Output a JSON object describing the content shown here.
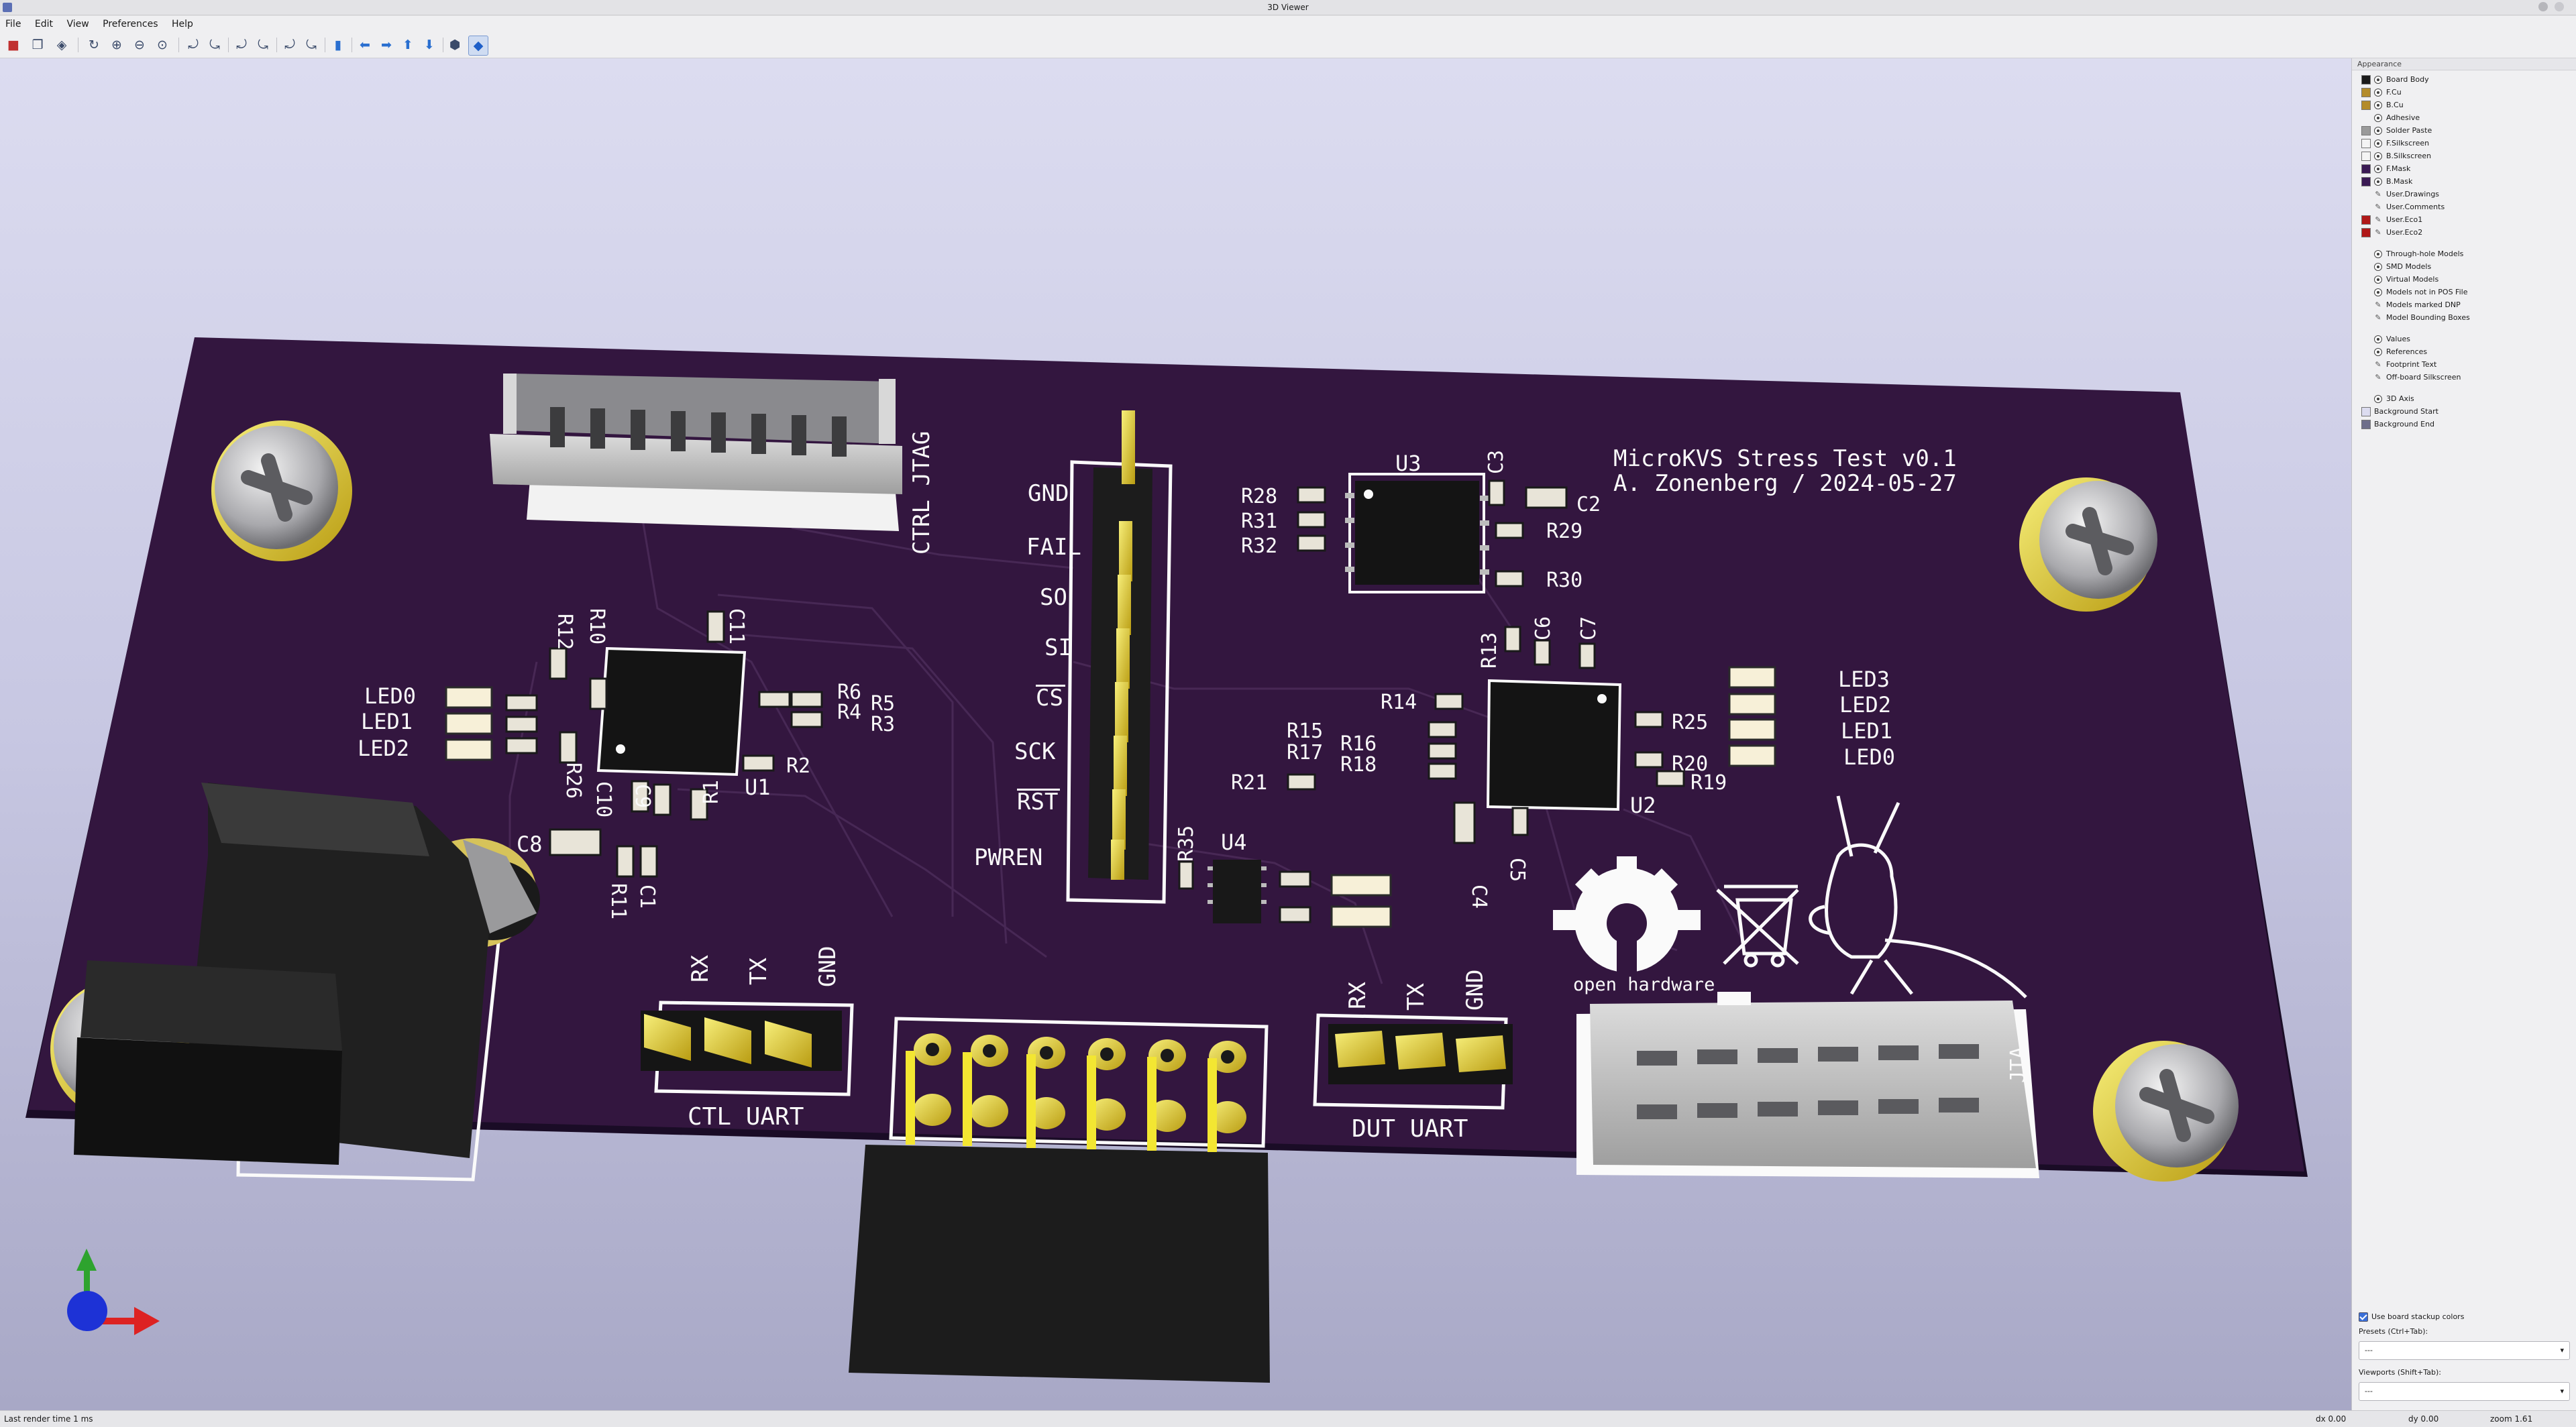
{
  "window": {
    "title": "3D Viewer"
  },
  "menu": [
    "File",
    "Edit",
    "View",
    "Preferences",
    "Help"
  ],
  "toolbar": {
    "icons": [
      "render-icon",
      "copy-icon",
      "raytrace-icon",
      "reload-icon",
      "zoom-in-icon",
      "zoom-out-icon",
      "zoom-fit-icon",
      "rotate-x-cw-icon",
      "rotate-x-ccw-icon",
      "rotate-y-cw-icon",
      "rotate-y-ccw-icon",
      "rotate-z-cw-icon",
      "rotate-z-ccw-icon",
      "flip-icon",
      "pan-left-icon",
      "pan-right-icon",
      "pan-up-icon",
      "pan-down-icon",
      "ortho-icon",
      "layers-icon"
    ]
  },
  "appearance": {
    "header": "Appearance",
    "layers": [
      {
        "label": "Board Body",
        "color": "#1a1a1a"
      },
      {
        "label": "F.Cu",
        "color": "#b48c2a"
      },
      {
        "label": "B.Cu",
        "color": "#b48c2a"
      },
      {
        "label": "Adhesive",
        "color": ""
      },
      {
        "label": "Solder Paste",
        "color": "#9a9a9a"
      },
      {
        "label": "F.Silkscreen",
        "color": "#f4f4f4"
      },
      {
        "label": "B.Silkscreen",
        "color": "#f4f4f4"
      },
      {
        "label": "F.Mask",
        "color": "#3a1a54"
      },
      {
        "label": "B.Mask",
        "color": "#3a1a54"
      },
      {
        "label": "User.Drawings",
        "color": ""
      },
      {
        "label": "User.Comments",
        "color": ""
      },
      {
        "label": "User.Eco1",
        "color": "#b01818"
      },
      {
        "label": "User.Eco2",
        "color": "#b01818"
      }
    ],
    "models": [
      "Through-hole Models",
      "SMD Models",
      "Virtual Models",
      "Models not in POS File",
      "Models marked DNP",
      "Model Bounding Boxes"
    ],
    "misc": [
      "Values",
      "References",
      "Footprint Text",
      "Off-board Silkscreen"
    ],
    "extra": [
      {
        "label": "3D Axis",
        "color": ""
      },
      {
        "label": "Background Start",
        "color": "#dcdcf0"
      },
      {
        "label": "Background End",
        "color": "#6e6e8a"
      }
    ],
    "stackup_label": "Use board stackup colors",
    "presets_label": "Presets (Ctrl+Tab):",
    "presets_value": "---",
    "viewports_label": "Viewports (Shift+Tab):",
    "viewports_value": "---"
  },
  "board": {
    "title_line1": "MicroKVS Stress Test v0.1",
    "title_line2": "A. Zonenberg / 2024-05-27",
    "logo_text": "open hardware",
    "labels": {
      "ctrl_jtag": "CTRL JTAG",
      "ctl_uart": "CTL UART",
      "dut_uart": "DUT UART",
      "pins_left": [
        "GND",
        "FAIL",
        "SO",
        "SI",
        "CS",
        "SCK",
        "RST",
        "PWREN"
      ],
      "uart_pins": [
        "RX",
        "TX",
        "GND"
      ],
      "leds_left": [
        "LED0",
        "LED1",
        "LED2"
      ],
      "leds_right": [
        "LED3",
        "LED2",
        "LED1",
        "LED0"
      ]
    },
    "refdes": {
      "U1": "U1",
      "U2": "U2",
      "U3": "U3",
      "U4": "U4",
      "R1": "R1",
      "R2": "R2",
      "R3": "R3",
      "R4": "R4",
      "R5": "R5",
      "R6": "R6",
      "R10": "R10",
      "R11": "R11",
      "R12": "R12",
      "R13": "R13",
      "R14": "R14",
      "R15": "R15",
      "R16": "R16",
      "R17": "R17",
      "R18": "R18",
      "R19": "R19",
      "R20": "R20",
      "R21": "R21",
      "R25": "R25",
      "R26": "R26",
      "R28": "R28",
      "R29": "R29",
      "R30": "R30",
      "R31": "R31",
      "R32": "R32",
      "R35": "R35",
      "C1": "C1",
      "C2": "C2",
      "C3": "C3",
      "C4": "C4",
      "C5": "C5",
      "C6": "C6",
      "C7": "C7",
      "C8": "C8",
      "C9": "C9",
      "C10": "C10",
      "C11": "C11"
    }
  },
  "status": {
    "left": "Last render time 1 ms",
    "dx": "dx 0.00",
    "dy": "dy 0.00",
    "zoom": "zoom 1.61"
  }
}
